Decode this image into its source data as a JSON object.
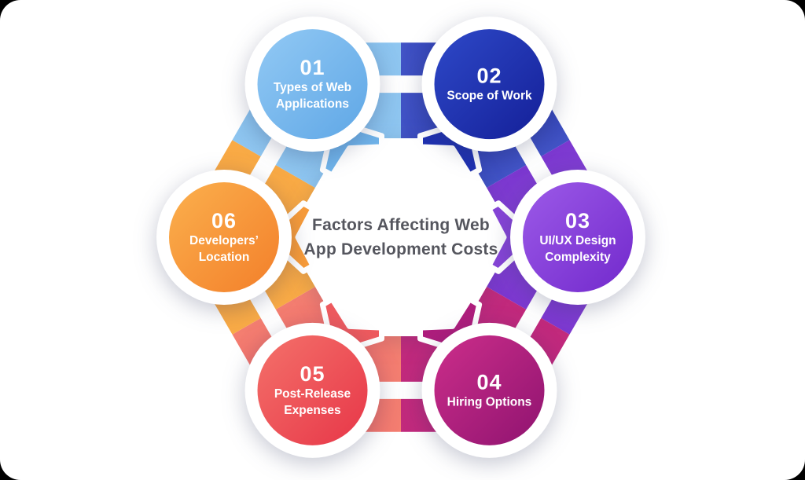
{
  "card_background": "#ffffff",
  "page_background": "#000000",
  "center": {
    "title_line1": "Factors Affecting Web",
    "title_line2": "App Development Costs",
    "text_color": "#55565e"
  },
  "factors": [
    {
      "number": "01",
      "label": [
        "Types of Web",
        "Applications"
      ],
      "circle_gradient": [
        "#92c9f4",
        "#5fa7e6"
      ],
      "band": "#7fbcec",
      "band_soft": "#8fc6f0",
      "arrow": "#6fb3ea"
    },
    {
      "number": "02",
      "label": [
        "Scope of Work"
      ],
      "circle_gradient": [
        "#2e49c8",
        "#141f98"
      ],
      "band": "#1c2ba3",
      "band_soft": "#4254c6",
      "arrow": "#1e30b0"
    },
    {
      "number": "03",
      "label": [
        "UI/UX Design",
        "Complexity"
      ],
      "circle_gradient": [
        "#9c5ae8",
        "#7229cc"
      ],
      "band": "#8746d8",
      "band_soft": "#7c38d0",
      "arrow": "#8544d6"
    },
    {
      "number": "04",
      "label": [
        "Hiring Options"
      ],
      "circle_gradient": [
        "#cc2e8a",
        "#8f1370"
      ],
      "band": "#b92280",
      "band_soft": "#c22a7c",
      "arrow": "#ae1d7c"
    },
    {
      "number": "05",
      "label": [
        "Post-Release",
        "Expenses"
      ],
      "circle_gradient": [
        "#f4716a",
        "#e73648"
      ],
      "band": "#ef5f64",
      "band_soft": "#f47f71",
      "arrow": "#ee5a5e"
    },
    {
      "number": "06",
      "label": [
        "Developers’",
        "Location"
      ],
      "circle_gradient": [
        "#fbb04d",
        "#f37f2a"
      ],
      "band": "#f6a13f",
      "band_soft": "#f9ab46",
      "arrow": "#f79b39"
    }
  ]
}
